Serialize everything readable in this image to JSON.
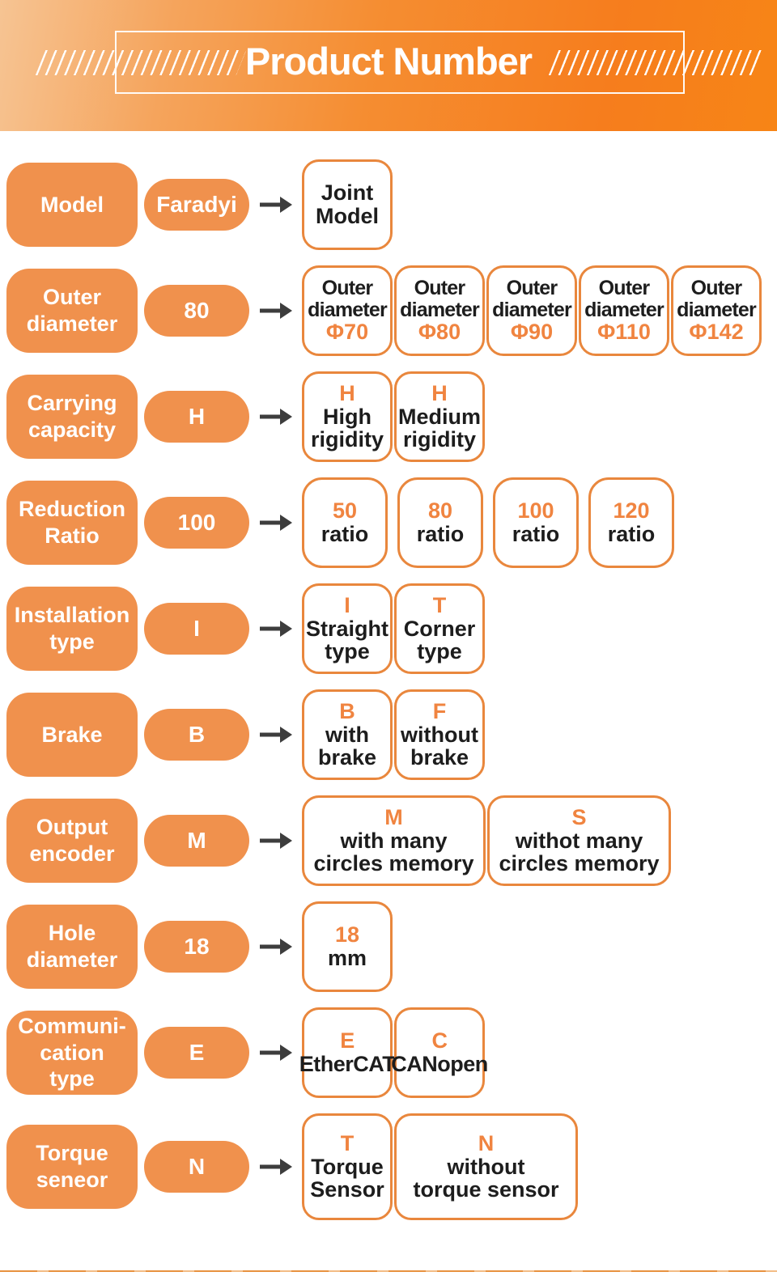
{
  "header": {
    "title": "Product Number"
  },
  "colors": {
    "orange_fill": "#f0914d",
    "box_border": "#e9873d",
    "accent_text": "#f08440",
    "banner_start": "#f6c493",
    "banner_end": "#f67d1d",
    "text_dark": "#1d1d1d"
  },
  "rows": [
    {
      "label_lines": [
        "Model"
      ],
      "code": "Faradyi",
      "options": [
        {
          "lines": [
            {
              "text": "Joint",
              "accent": false
            },
            {
              "text": "Model",
              "accent": false
            }
          ]
        }
      ]
    },
    {
      "label_lines": [
        "Outer",
        "diameter"
      ],
      "code": "80",
      "options": [
        {
          "lines": [
            {
              "text": "Outer",
              "accent": false
            },
            {
              "text": "diameter",
              "accent": false
            },
            {
              "text": "Φ70",
              "accent": true
            }
          ]
        },
        {
          "lines": [
            {
              "text": "Outer",
              "accent": false
            },
            {
              "text": "diameter",
              "accent": false
            },
            {
              "text": "Φ80",
              "accent": true
            }
          ]
        },
        {
          "lines": [
            {
              "text": "Outer",
              "accent": false
            },
            {
              "text": "diameter",
              "accent": false
            },
            {
              "text": "Φ90",
              "accent": true
            }
          ]
        },
        {
          "lines": [
            {
              "text": "Outer",
              "accent": false
            },
            {
              "text": "diameter",
              "accent": false
            },
            {
              "text": "Φ110",
              "accent": true
            }
          ]
        },
        {
          "lines": [
            {
              "text": "Outer",
              "accent": false
            },
            {
              "text": "diameter",
              "accent": false
            },
            {
              "text": "Φ142",
              "accent": true
            }
          ]
        }
      ]
    },
    {
      "label_lines": [
        "Carrying",
        "capacity"
      ],
      "code": "H",
      "options": [
        {
          "lines": [
            {
              "text": "H",
              "accent": true
            },
            {
              "text": "High",
              "accent": false
            },
            {
              "text": "rigidity",
              "accent": false
            }
          ]
        },
        {
          "lines": [
            {
              "text": "H",
              "accent": true
            },
            {
              "text": "Medium",
              "accent": false
            },
            {
              "text": "rigidity",
              "accent": false
            }
          ]
        }
      ]
    },
    {
      "label_lines": [
        "Reduction",
        "Ratio"
      ],
      "code": "100",
      "options": [
        {
          "lines": [
            {
              "text": "50",
              "accent": true
            },
            {
              "text": "ratio",
              "accent": false
            }
          ]
        },
        {
          "lines": [
            {
              "text": "80",
              "accent": true
            },
            {
              "text": "ratio",
              "accent": false
            }
          ]
        },
        {
          "lines": [
            {
              "text": "100",
              "accent": true
            },
            {
              "text": "ratio",
              "accent": false
            }
          ]
        },
        {
          "lines": [
            {
              "text": "120",
              "accent": true
            },
            {
              "text": "ratio",
              "accent": false
            }
          ]
        }
      ]
    },
    {
      "label_lines": [
        "Installation",
        "type"
      ],
      "code": "I",
      "options": [
        {
          "lines": [
            {
              "text": "I",
              "accent": true
            },
            {
              "text": "Straight",
              "accent": false
            },
            {
              "text": "type",
              "accent": false
            }
          ]
        },
        {
          "lines": [
            {
              "text": "T",
              "accent": true
            },
            {
              "text": "Corner",
              "accent": false
            },
            {
              "text": "type",
              "accent": false
            }
          ]
        }
      ]
    },
    {
      "label_lines": [
        "Brake"
      ],
      "code": "B",
      "options": [
        {
          "lines": [
            {
              "text": "B",
              "accent": true
            },
            {
              "text": "with",
              "accent": false
            },
            {
              "text": "brake",
              "accent": false
            }
          ]
        },
        {
          "lines": [
            {
              "text": "F",
              "accent": true
            },
            {
              "text": "without",
              "accent": false
            },
            {
              "text": "brake",
              "accent": false
            }
          ]
        }
      ]
    },
    {
      "label_lines": [
        "Output",
        "encoder"
      ],
      "code": "M",
      "options": [
        {
          "lines": [
            {
              "text": "M",
              "accent": true
            },
            {
              "text": "with many",
              "accent": false
            },
            {
              "text": "circles memory",
              "accent": false
            }
          ]
        },
        {
          "lines": [
            {
              "text": "S",
              "accent": true
            },
            {
              "text": "withot many",
              "accent": false
            },
            {
              "text": "circles memory",
              "accent": false
            }
          ]
        }
      ]
    },
    {
      "label_lines": [
        "Hole",
        "diameter"
      ],
      "code": "18",
      "options": [
        {
          "lines": [
            {
              "text": "18",
              "accent": true
            },
            {
              "text": "mm",
              "accent": false
            }
          ]
        }
      ]
    },
    {
      "label_lines": [
        "Communi-",
        "cation",
        "type"
      ],
      "code": "E",
      "options": [
        {
          "lines": [
            {
              "text": "E",
              "accent": true
            },
            {
              "text": "EtherCAT",
              "accent": false
            }
          ]
        },
        {
          "lines": [
            {
              "text": "C",
              "accent": true
            },
            {
              "text": "CANopen",
              "accent": false
            }
          ]
        }
      ]
    },
    {
      "label_lines": [
        "Torque",
        "seneor"
      ],
      "code": "N",
      "options": [
        {
          "lines": [
            {
              "text": "T",
              "accent": true
            },
            {
              "text": "Torque",
              "accent": false
            },
            {
              "text": "Sensor",
              "accent": false
            }
          ]
        },
        {
          "lines": [
            {
              "text": "N",
              "accent": true
            },
            {
              "text": "without",
              "accent": false
            },
            {
              "text": "torque sensor",
              "accent": false
            }
          ]
        }
      ]
    }
  ]
}
